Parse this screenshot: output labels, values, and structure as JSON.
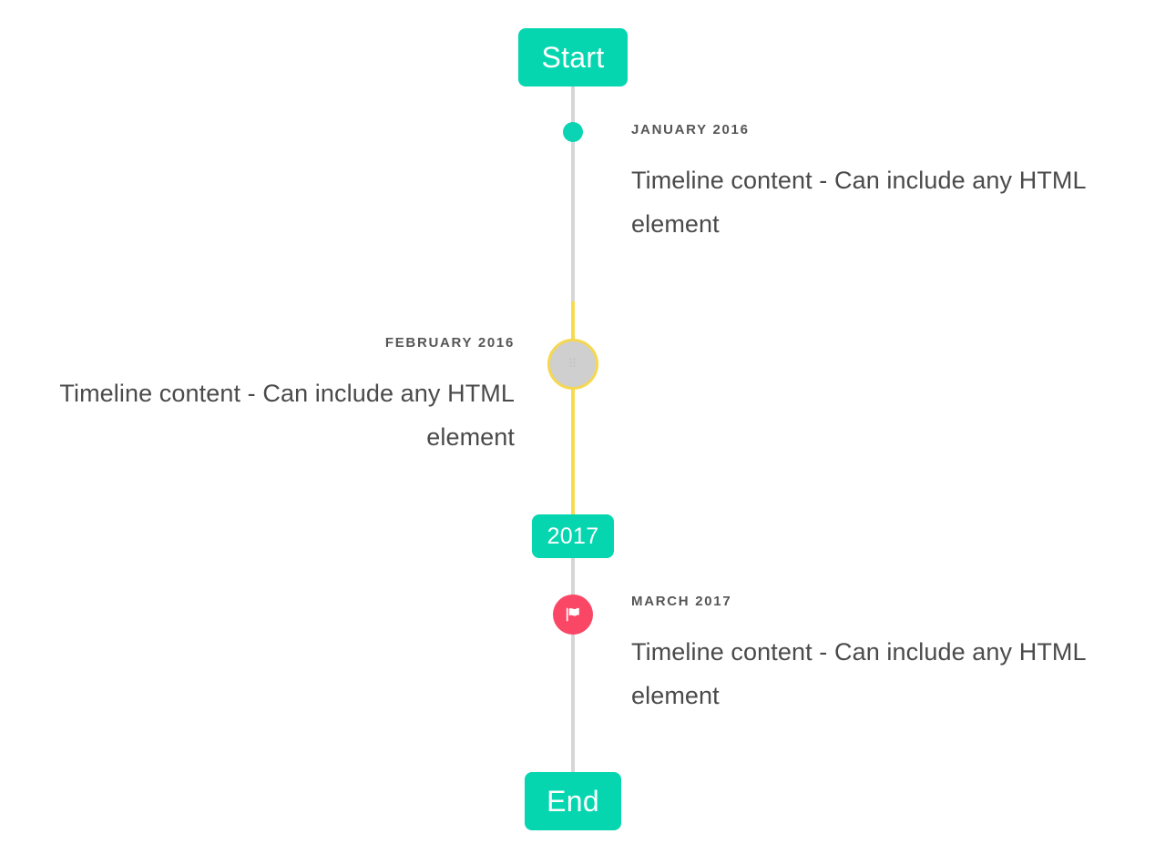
{
  "theme": {
    "accent_teal": "#06D6B0",
    "marker_teal": "#0AD4B4",
    "line_gray": "#D6D6D6",
    "line_yellow": "#F8DA4E",
    "marker_pink": "#FA4766",
    "marker_gray": "#CFCFCF",
    "date_text": "#555555",
    "body_text": "#4A4A4A",
    "background": "#FFFFFF"
  },
  "timeline": {
    "start_label": "Start",
    "mid_label": "2017",
    "end_label": "End",
    "entries": [
      {
        "id": "january-2016",
        "date": "JANUARY 2016",
        "body": "Timeline content - Can include any HTML element",
        "side": "right",
        "marker": "dot-teal",
        "marker_icon": ""
      },
      {
        "id": "february-2016",
        "date": "FEBRUARY 2016",
        "body": "Timeline content - Can include any HTML element",
        "side": "left",
        "marker": "circle-gray-yellow-ring",
        "marker_icon": "broken-image-icon"
      },
      {
        "id": "march-2017",
        "date": "MARCH 2017",
        "body": "Timeline content - Can include any HTML element",
        "side": "right",
        "marker": "circle-pink",
        "marker_icon": "flag-icon"
      }
    ]
  }
}
